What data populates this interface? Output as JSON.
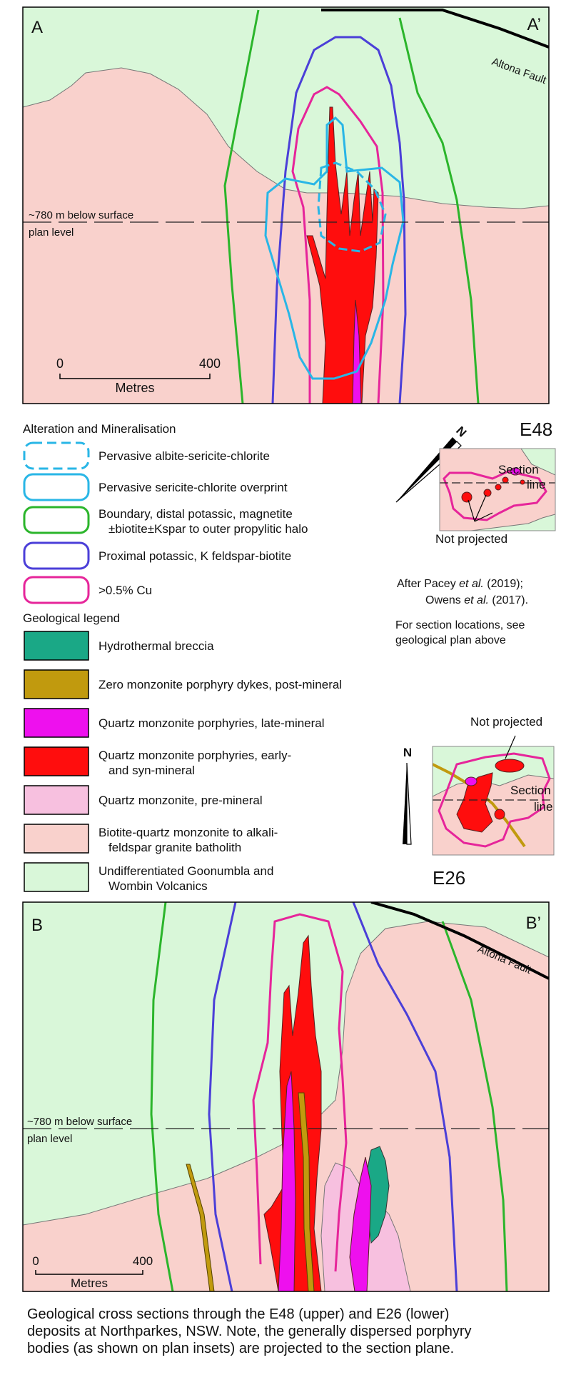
{
  "section_a": {
    "left_label": "A",
    "right_label": "A’",
    "fault_label": "Altona Fault",
    "level_line1": "~780 m below surface",
    "level_line2": "plan level",
    "scale_start": "0",
    "scale_end": "400",
    "scale_unit": "Metres"
  },
  "alteration_legend": {
    "title": "Alteration and Mineralisation",
    "items": [
      {
        "label_line1": "Pervasive albite-sericite-chlorite",
        "label_line2": "",
        "color": "#29b6e6",
        "style": "dashed"
      },
      {
        "label_line1": "Pervasive sericite-chlorite overprint",
        "label_line2": "",
        "color": "#29b6e6",
        "style": "solid"
      },
      {
        "label_line1": "Boundary, distal potassic, magnetite",
        "label_line2": "±biotite±Kspar to outer propylitic halo",
        "color": "#2bb52b",
        "style": "solid"
      },
      {
        "label_line1": "Proximal potassic, K feldspar-biotite",
        "label_line2": "",
        "color": "#4b3fd8",
        "style": "solid"
      },
      {
        "label_line1": ">0.5% Cu",
        "label_line2": "",
        "color": "#e6259a",
        "style": "solid"
      }
    ]
  },
  "geological_legend": {
    "title": "Geological legend",
    "items": [
      {
        "label_line1": "Hydrothermal breccia",
        "label_line2": "",
        "color": "#1aa886"
      },
      {
        "label_line1": "Zero monzonite porphyry dykes, post-mineral",
        "label_line2": "",
        "color": "#c19a0e"
      },
      {
        "label_line1": "Quartz monzonite porphyries, late-mineral",
        "label_line2": "",
        "color": "#ee10ee"
      },
      {
        "label_line1": "Quartz monzonite porphyries, early-",
        "label_line2": "and syn-mineral",
        "color": "#ff0d0d"
      },
      {
        "label_line1": "Quartz monzonite, pre-mineral",
        "label_line2": "",
        "color": "#f7c0df"
      },
      {
        "label_line1": "Biotite-quartz monzonite to alkali-",
        "label_line2": "feldspar granite batholith",
        "color": "#f9d1cc"
      },
      {
        "label_line1": "Undifferentiated Goonumbla and",
        "label_line2": "Wombin Volcanics",
        "color": "#d9f7d9"
      }
    ]
  },
  "inset_e48": {
    "title": "E48",
    "north": "N",
    "section_line_1": "Section",
    "section_line_2": "line",
    "not_projected": "Not projected"
  },
  "inset_e26": {
    "title": "E26",
    "north": "N",
    "section_line_1": "Section",
    "section_line_2": "line",
    "not_projected": "Not projected"
  },
  "references": {
    "line1_pre": "After Pacey ",
    "line1_em": "et al.",
    "line1_post": " (2019);",
    "line2_pre": "Owens ",
    "line2_em": "et al.",
    "line2_post": " (2017).",
    "note_line1": "For section locations, see",
    "note_line2": "geological plan above"
  },
  "section_b": {
    "left_label": "B",
    "right_label": "B’",
    "fault_label": "Altona Fault",
    "level_line1": "~780 m below surface",
    "level_line2": "plan level",
    "scale_start": "0",
    "scale_end": "400",
    "scale_unit": "Metres"
  },
  "caption": {
    "line1": "Geological cross sections through the E48 (upper) and E26 (lower)",
    "line2": "deposits at Northparkes, NSW. Note, the generally dispersed porphyry",
    "line3": "bodies (as shown on plan insets) are projected to the section plane."
  },
  "colors": {
    "volcanics": "#d9f7d9",
    "batholith": "#f9d1cc",
    "early_porphyry": "#ff0d0d",
    "late_porphyry": "#ee10ee",
    "pre_mineral": "#f7c0df",
    "breccia": "#1aa886",
    "dyke": "#c19a0e",
    "cu_contour": "#e6259a",
    "proximal_potassic": "#4b3fd8",
    "distal_potassic": "#2bb52b",
    "sericite": "#29b6e6"
  }
}
